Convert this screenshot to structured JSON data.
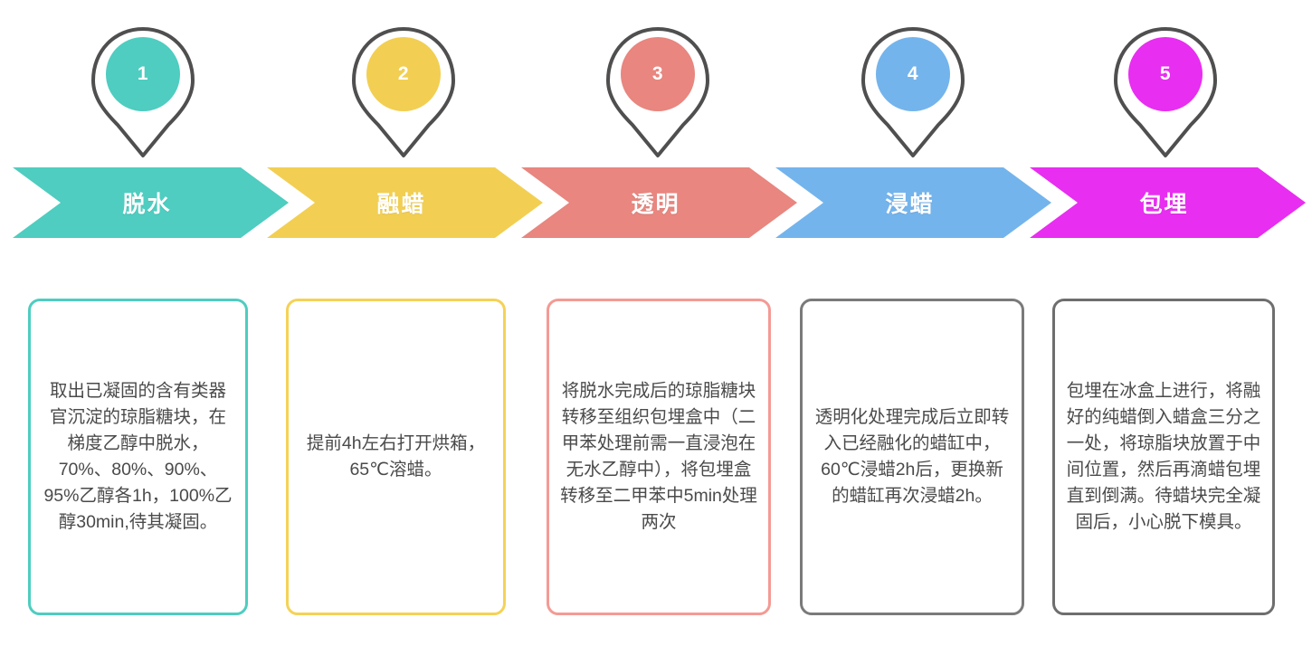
{
  "diagram": {
    "type": "process-flow",
    "orientation": "horizontal",
    "step_count": 5,
    "background": "#ffffff"
  },
  "steps": [
    {
      "number": "1",
      "banner_label": "脱水",
      "color": "#4ecdc0",
      "card_border_color": "#4ecdc0",
      "card_text": "取出已凝固的含有类器官沉淀的琼脂糖块，在梯度乙醇中脱水，70%、80%、90%、95%乙醇各1h，100%乙醇30min,待其凝固。"
    },
    {
      "number": "2",
      "banner_label": "融蜡",
      "color": "#f2cf52",
      "card_border_color": "#f5d256",
      "card_text": "提前4h左右打开烘箱，65℃溶蜡。"
    },
    {
      "number": "3",
      "banner_label": "透明",
      "color": "#e8867f",
      "card_border_color": "#f49a94",
      "card_text": "将脱水完成后的琼脂糖块转移至组织包埋盒中（二甲苯处理前需一直浸泡在无水乙醇中），将包埋盒转移至二甲苯中5min处理两次"
    },
    {
      "number": "4",
      "banner_label": "浸蜡",
      "color": "#74b4ec",
      "card_border_color": "#7a7a7a",
      "card_text": "透明化处理完成后立即转入已经融化的蜡缸中，60℃浸蜡2h后，更换新的蜡缸再次浸蜡2h。"
    },
    {
      "number": "5",
      "banner_label": "包埋",
      "color": "#e82ef0",
      "card_border_color": "#6e6e6e",
      "card_text": "包埋在冰盒上进行，将融好的纯蜡倒入蜡盒三分之一处，将琼脂块放置于中间位置，然后再滴蜡包埋直到倒满。待蜡块完全凝固后，小心脱下模具。"
    }
  ],
  "style": {
    "pin_outline_color": "#4f4f4f",
    "pin_number_color": "#ffffff",
    "banner_label_color": "#ffffff",
    "card_text_color": "#4a4a4a"
  }
}
